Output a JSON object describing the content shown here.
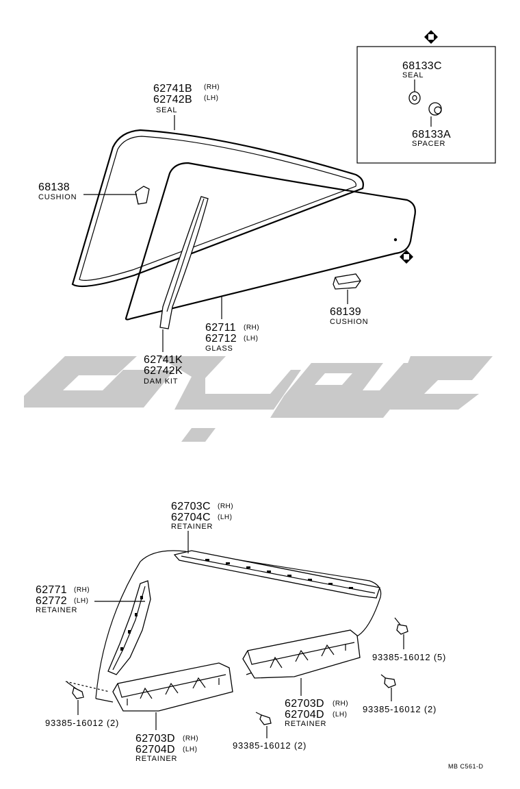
{
  "diagram": {
    "top": {
      "seal": {
        "pn1": "62741B",
        "rh": "(RH)",
        "pn2": "62742B",
        "lh": "(LH)",
        "name": "SEAL"
      },
      "cushion_left": {
        "pn": "68138",
        "name": "CUSHION"
      },
      "glass": {
        "pn1": "62711",
        "rh": "(RH)",
        "pn2": "62712",
        "lh": "(LH)",
        "name": "GLASS"
      },
      "dam_kit": {
        "pn1": "62741K",
        "pn2": "62742K",
        "name": "DAM KIT"
      },
      "cushion_right": {
        "pn": "68139",
        "name": "CUSHION"
      },
      "inset": {
        "seal": {
          "pn": "68133C",
          "name": "SEAL"
        },
        "spacer": {
          "pn": "68133A",
          "name": "SPACER"
        }
      }
    },
    "bottom": {
      "retainer_top": {
        "pn1": "62703C",
        "rh": "(RH)",
        "pn2": "62704C",
        "lh": "(LH)",
        "name": "RETAINER"
      },
      "retainer_left": {
        "pn1": "62771",
        "rh": "(RH)",
        "pn2": "62772",
        "lh": "(LH)",
        "name": "RETAINER"
      },
      "retainer_lower_left": {
        "pn1": "62703D",
        "rh": "(RH)",
        "pn2": "62704D",
        "lh": "(LH)",
        "name": "RETAINER"
      },
      "retainer_lower_mid": {
        "pn1": "62703D",
        "rh": "(RH)",
        "pn2": "62704D",
        "lh": "(LH)",
        "name": "RETAINER"
      },
      "screw_left": "93385-16012 (2)",
      "screw_mid": "93385-16012 (2)",
      "screw_right_top": "93385-16012 (5)",
      "screw_right_bottom": "93385-16012 (2)"
    },
    "footer_code": "MB  C561-D"
  }
}
